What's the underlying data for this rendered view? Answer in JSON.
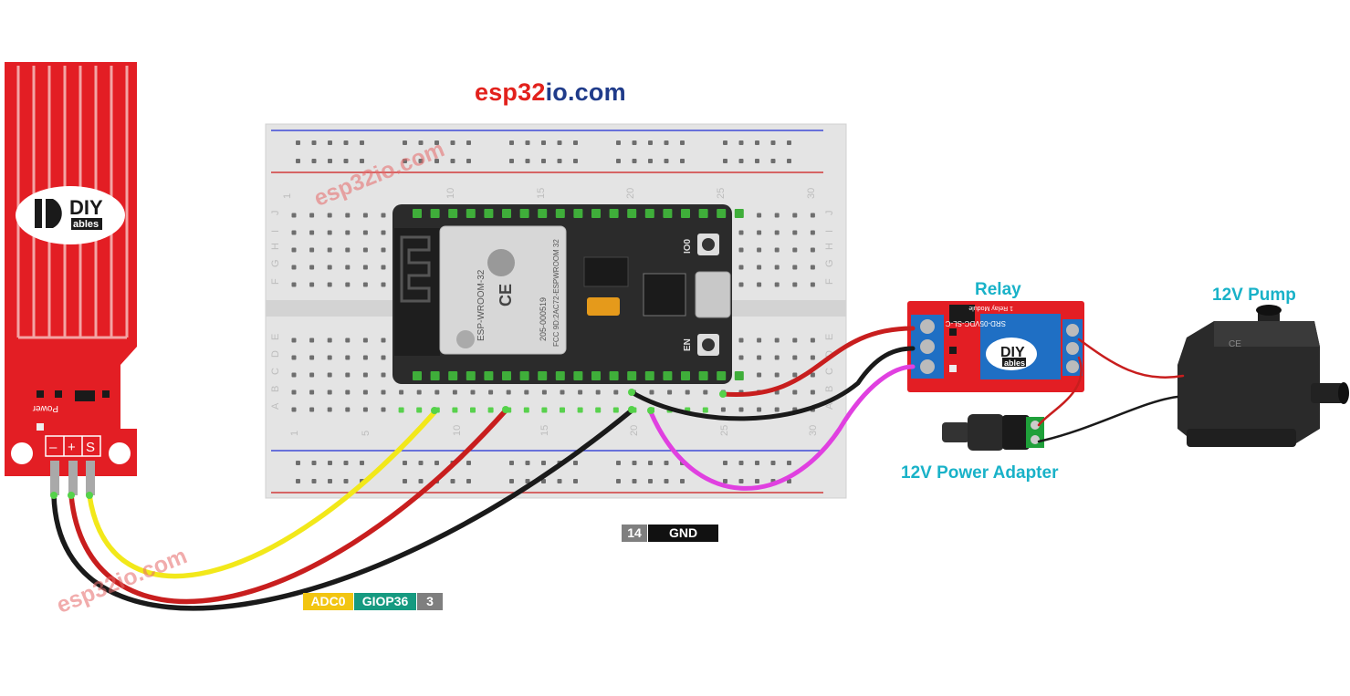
{
  "site_title": {
    "part1": "esp32",
    "part2": "io.com"
  },
  "watermarks": [
    "esp32io.com",
    "esp32io.com"
  ],
  "components": {
    "water_sensor": {
      "brand": "DIY",
      "brand_sub": "ables",
      "power_label": "Power",
      "pins": [
        "–",
        "+",
        "S"
      ]
    },
    "breadboard": {
      "column_numbers": [
        "1",
        "5",
        "10",
        "15",
        "20",
        "25",
        "30"
      ],
      "row_letters_top": [
        "J",
        "I",
        "H",
        "G",
        "F"
      ],
      "row_letters_bottom": [
        "E",
        "D",
        "C",
        "B",
        "A"
      ]
    },
    "esp32": {
      "module_text": "ESP-WROOM-32",
      "cert_text": "205-000519",
      "fcc_text": "FCC 9D:2AC72-ESPWROOM 32",
      "btn_io0": "IO0",
      "btn_en": "EN"
    },
    "relay": {
      "label": "Relay",
      "brand": "DIY",
      "brand_sub": "ables",
      "model": "SRD-05VDC-SL-C",
      "module_title": "1 Relay Module"
    },
    "pump": {
      "label": "12V Pump"
    },
    "adapter": {
      "label": "12V Power Adapter"
    }
  },
  "pin_labels": {
    "gpio": [
      {
        "text": "ADC0",
        "color": "#f2c511",
        "kind": "function"
      },
      {
        "text": "GIOP36",
        "color": "#169a80",
        "kind": "gpio"
      },
      {
        "text": "3",
        "color": "#7f7f7f",
        "kind": "pin-number"
      }
    ],
    "ground": [
      {
        "text": "14",
        "color": "#7f7f7f",
        "kind": "pin-number"
      },
      {
        "text": "GND",
        "color": "#111111",
        "kind": "ground"
      }
    ]
  },
  "wire_colors": {
    "signal": "#f2e81a",
    "power": "#c81e1e",
    "ground": "#1a1a1a",
    "relay_signal": "#e040e0"
  }
}
